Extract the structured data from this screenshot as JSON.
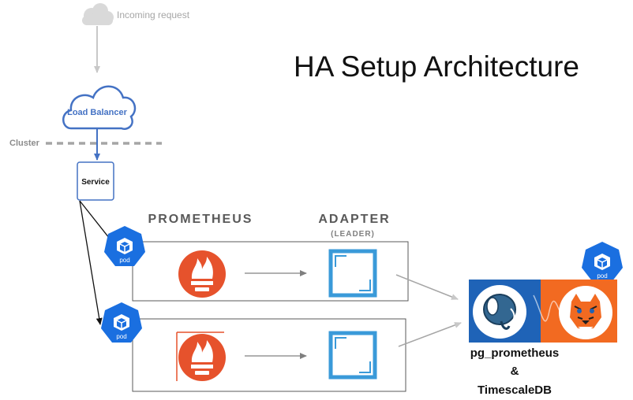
{
  "title": "HA Setup Architecture",
  "incoming": {
    "label": "Incoming request"
  },
  "load_balancer": {
    "label": "Load Balancer"
  },
  "cluster": {
    "label": "Cluster"
  },
  "service": {
    "label": "Service"
  },
  "columns": {
    "prometheus": "PROMETHEUS",
    "adapter": "ADAPTER",
    "adapter_role": "(LEADER)"
  },
  "pods": {
    "label": "pod"
  },
  "database": {
    "name_line1": "pg_prometheus",
    "name_line2": "&",
    "name_line3": "TimescaleDB"
  },
  "colors": {
    "pod_blue": "#1a6fe0",
    "lb_blue": "#4472c4",
    "prometheus_orange": "#e6522c",
    "adapter_blue": "#3a9ad9",
    "banner_blue": "#1f63b7",
    "banner_orange": "#f26a21",
    "gray": "#bfbfbf"
  },
  "icons": [
    "cloud-icon",
    "pod-icon",
    "prometheus-logo",
    "adapter-icon",
    "postgresql-logo",
    "timescale-tiger-logo"
  ]
}
